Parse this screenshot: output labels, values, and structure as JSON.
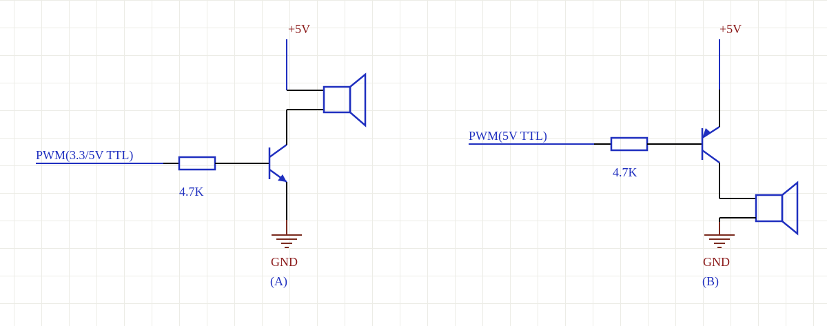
{
  "colors": {
    "net_label": "#1f2fbf",
    "power_label": "#8b1a1a",
    "value_label": "#1f2fbf",
    "wire": "#000000",
    "ground": "#7a2a1e"
  },
  "circuit_a": {
    "input_label": "PWM(3.3/5V TTL)",
    "resistor_value": "4.7K",
    "power_label": "+5V",
    "ground_label": "GND",
    "caption": "(A)"
  },
  "circuit_b": {
    "input_label": "PWM(5V TTL)",
    "resistor_value": "4.7K",
    "power_label": "+5V",
    "ground_label": "GND",
    "caption": "(B)"
  }
}
